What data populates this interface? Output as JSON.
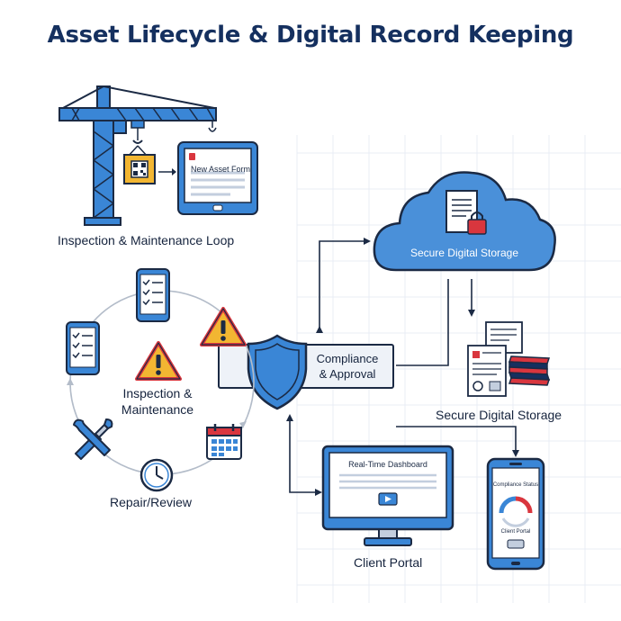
{
  "title": "Asset Lifecycle & Digital Record Keeping",
  "labels": {
    "inspection_loop": "Inspection & Maintenance Loop",
    "new_asset_form": "New Asset Form",
    "secure_storage_cloud": "Secure Digital Storage",
    "compliance_approval_line1": "Compliance",
    "compliance_approval_line2": "& Approval",
    "inspection_maintenance_line1": "Inspection &",
    "inspection_maintenance_line2": "Maintenance",
    "repair_review": "Repair/Review",
    "secure_storage_docs": "Secure Digital Storage",
    "realtime_dashboard": "Real-Time Dashboard",
    "client_portal": "Client Portal",
    "compliance_status": "Compliance Status",
    "client_portal_phone": "Client Portal"
  },
  "colors": {
    "primary_blue": "#3a86d6",
    "dark_navy": "#15305f",
    "outline": "#1b2a44",
    "warning_yellow": "#f2b632",
    "alert_red": "#d9363e",
    "cloud_blue": "#4a90d9"
  },
  "icons": [
    "crane-icon",
    "qr-crate-icon",
    "tablet-icon",
    "cloud-icon",
    "lock-icon",
    "shield-icon",
    "checklist-phone-icon",
    "warning-icon",
    "calendar-icon",
    "clock-icon",
    "wrench-screwdriver-icon",
    "monitor-icon",
    "play-icon",
    "smartphone-icon",
    "gauge-icon",
    "documents-icon"
  ]
}
